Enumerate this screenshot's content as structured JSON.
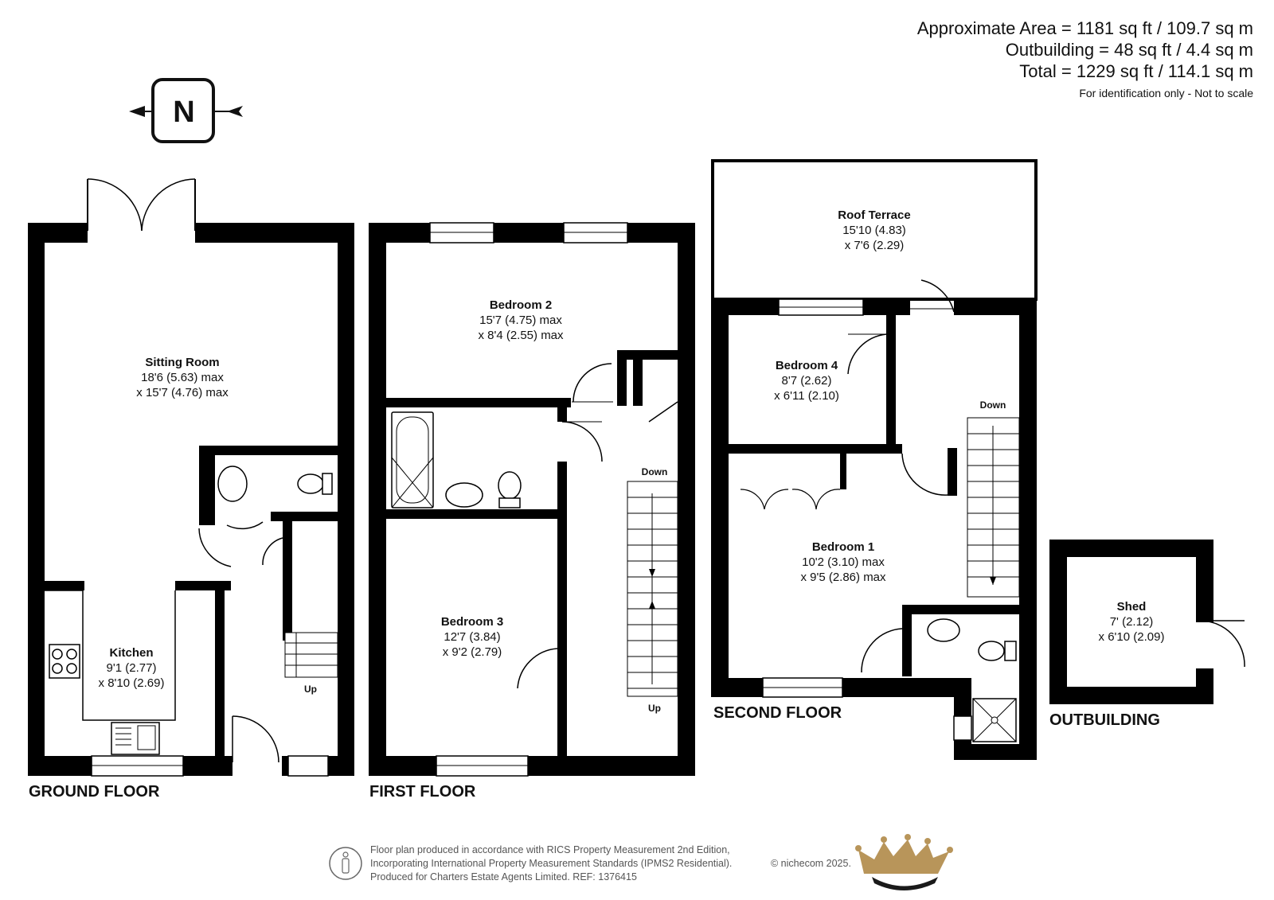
{
  "summary": {
    "approximate_area": "Approximate Area = 1181 sq ft / 109.7 sq m",
    "outbuilding": "Outbuilding = 48 sq ft / 4.4 sq m",
    "total": "Total = 1229 sq ft / 114.1 sq m",
    "note": "For identification only - Not to scale"
  },
  "compass": {
    "label": "N"
  },
  "floors": {
    "ground": "GROUND FLOOR",
    "first": "FIRST FLOOR",
    "second": "SECOND FLOOR",
    "outbuilding": "OUTBUILDING"
  },
  "rooms": {
    "sitting_room": {
      "name": "Sitting Room",
      "dim1": "18'6 (5.63) max",
      "dim2": "x 15'7 (4.76) max"
    },
    "kitchen": {
      "name": "Kitchen",
      "dim1": "9'1 (2.77)",
      "dim2": "x 8'10 (2.69)"
    },
    "bedroom_2": {
      "name": "Bedroom 2",
      "dim1": "15'7 (4.75) max",
      "dim2": "x 8'4 (2.55) max"
    },
    "bedroom_3": {
      "name": "Bedroom 3",
      "dim1": "12'7 (3.84)",
      "dim2": "x 9'2 (2.79)"
    },
    "roof_terrace": {
      "name": "Roof Terrace",
      "dim1": "15'10 (4.83)",
      "dim2": "x 7'6 (2.29)"
    },
    "bedroom_4": {
      "name": "Bedroom 4",
      "dim1": "8'7 (2.62)",
      "dim2": "x 6'11 (2.10)"
    },
    "bedroom_1": {
      "name": "Bedroom 1",
      "dim1": "10'2 (3.10) max",
      "dim2": "x 9'5 (2.86) max"
    },
    "shed": {
      "name": "Shed",
      "dim1": "7' (2.12)",
      "dim2": "x 6'10 (2.09)"
    }
  },
  "stairs": {
    "ground_up": "Up",
    "first_down": "Down",
    "first_up": "Up",
    "second_down": "Down"
  },
  "footer": {
    "line1": "Floor plan produced in accordance with RICS Property Measurement 2nd Edition,",
    "line2": "Incorporating International Property Measurement Standards (IPMS2 Residential).",
    "line3": "Produced for Charters Estate Agents Limited.   REF: 1376415",
    "brand": "© nichecom 2025."
  },
  "colors": {
    "wall": "#000000",
    "crown_gold": "#b8955a",
    "crown_dark": "#1a1a1a"
  }
}
